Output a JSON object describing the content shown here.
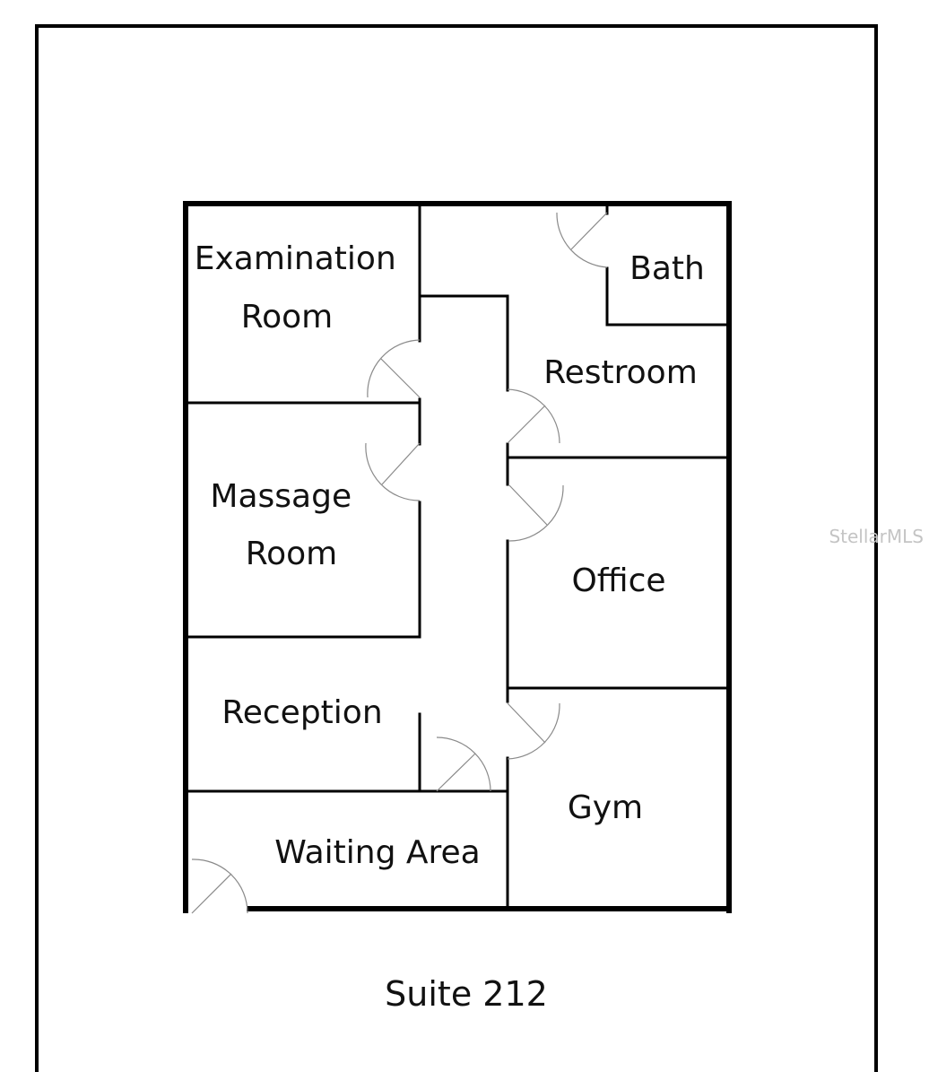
{
  "diagram": {
    "type": "floor-plan",
    "suite_label": "Suite 212",
    "watermark": "StellarMLS",
    "rooms": [
      {
        "id": "examination-room",
        "lines": [
          "Examination",
          "Room"
        ]
      },
      {
        "id": "bath",
        "lines": [
          "Bath"
        ]
      },
      {
        "id": "restroom",
        "lines": [
          "Restroom"
        ]
      },
      {
        "id": "massage-room",
        "lines": [
          "Massage",
          "Room"
        ]
      },
      {
        "id": "office",
        "lines": [
          "Office"
        ]
      },
      {
        "id": "reception",
        "lines": [
          "Reception"
        ]
      },
      {
        "id": "gym",
        "lines": [
          "Gym"
        ]
      },
      {
        "id": "waiting-area",
        "lines": [
          "Waiting Area"
        ]
      }
    ],
    "colors": {
      "wall": "#000000",
      "door": "#8a8a8a",
      "watermark": "#c4c4c4",
      "background": "#ffffff"
    }
  }
}
